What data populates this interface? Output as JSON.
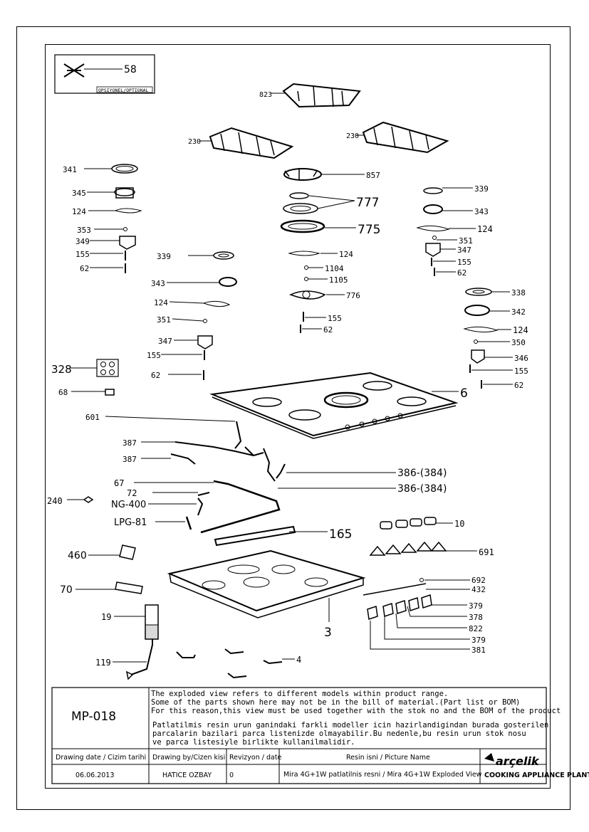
{
  "option_box": {
    "label": "OPSIYONEL/OPTIONAL",
    "part": "58"
  },
  "parts": {
    "p823": "823",
    "p230a": "230",
    "p230b": "230",
    "p341": "341",
    "p345": "345",
    "p124a": "124",
    "p353": "353",
    "p349": "349",
    "p155a": "155",
    "p62a": "62",
    "p857": "857",
    "p777": "777",
    "p775": "775",
    "p124b": "124",
    "p1104": "1104",
    "p1105": "1105",
    "p776": "776",
    "p155b": "155",
    "p62b": "62",
    "p339a": "339",
    "p343a": "343",
    "p124c": "124",
    "p351a": "351",
    "p347a": "347",
    "p155c": "155",
    "p62c": "62",
    "p339b": "339",
    "p343b": "343",
    "p124d": "124",
    "p351b": "351",
    "p347b": "347",
    "p155d": "155",
    "p62d": "62",
    "p338": "338",
    "p342": "342",
    "p124e": "124",
    "p350": "350",
    "p346": "346",
    "p155e": "155",
    "p62e": "62",
    "p328": "328",
    "p68": "68",
    "p6": "6",
    "p601": "601",
    "p387a": "387",
    "p387b": "387",
    "p386a": "386-(384)",
    "p386b": "386-(384)",
    "p67": "67",
    "p72": "72",
    "p240": "240",
    "pNG": "NG-400",
    "pLPG": "LPG-81",
    "p165": "165",
    "p10": "10",
    "p691": "691",
    "p460": "460",
    "p70": "70",
    "p692": "692",
    "p432": "432",
    "p379a": "379",
    "p378": "378",
    "p822": "822",
    "p379b": "379",
    "p381": "381",
    "p19": "19",
    "p3": "3",
    "p119": "119",
    "p4": "4"
  },
  "title_block": {
    "drawing_no": "MP-018",
    "note_en_1": "The exploded view refers to different models within product range.",
    "note_en_2": "Some of the parts shown here may not be in the bill of material.(Part list or BOM)",
    "note_en_3": "For this reason,this view must be used together with the stok no and the BOM of the product",
    "note_tr_1": "Patlatilmis resin urun ganindaki farkli modeller icin hazirlandigindan burada gosterilen",
    "note_tr_2": "parcalarin bazilari parca listenizde olmayabilir.Bu nedenle,bu resin urun stok nosu",
    "note_tr_3": "ve parca listesiyle birlikte kullanilmalidir.",
    "h_date": "Drawing date / Cizim tarihi",
    "h_by": "Drawing by/Cizen kisi",
    "h_rev": "Revizyon / date",
    "h_pic": "Resin isni / Picture Name",
    "v_date": "06.06.2013",
    "v_by": "HATICE OZBAY",
    "v_rev": "0",
    "v_pic": "Mira 4G+1W patlatilnis resni / Mira 4G+1W Exploded View",
    "brand": "arçelik",
    "brand_sub": "COOKING APPLIANCE PLANT"
  }
}
